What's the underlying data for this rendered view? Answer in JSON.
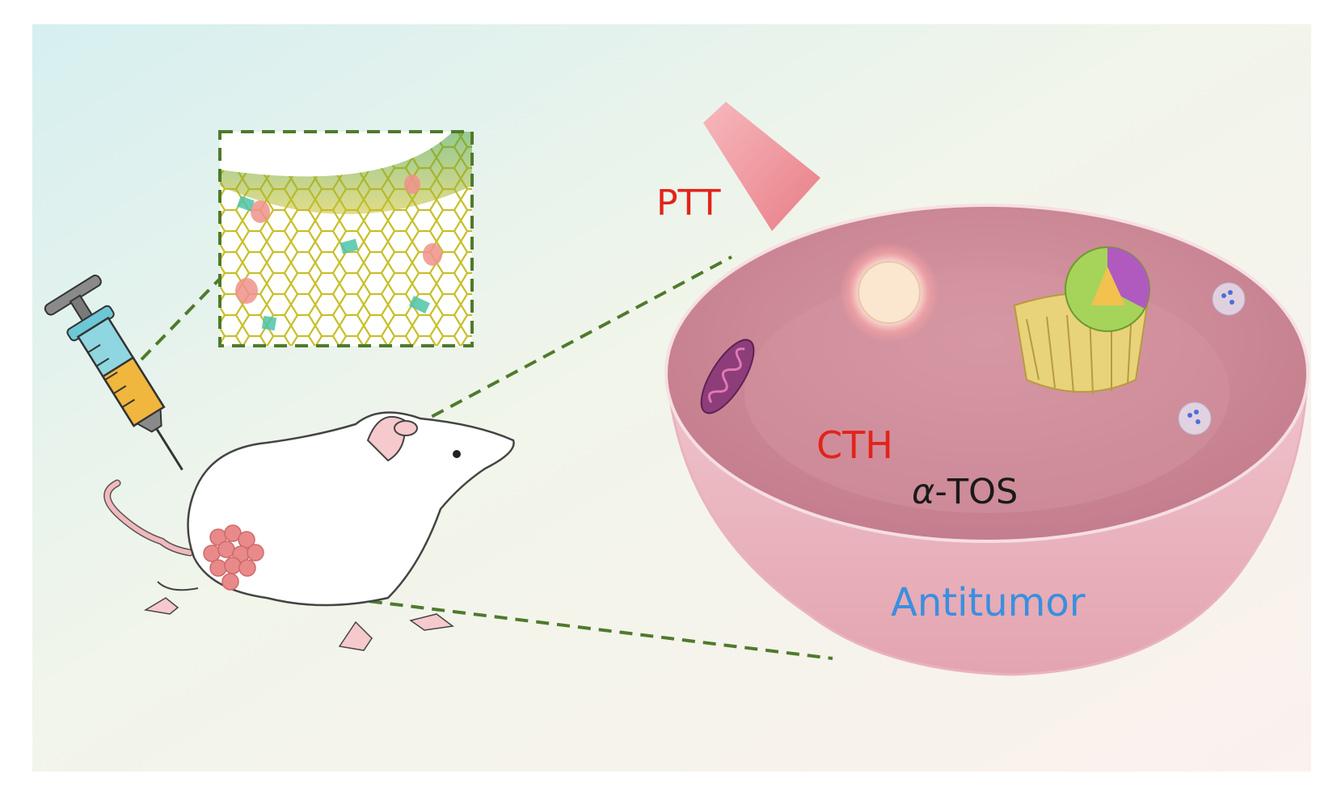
{
  "labels": {
    "ptt": "PTT",
    "cth": "CTH",
    "alpha": "α",
    "tos": "-TOS",
    "antitumor": "Antitumor"
  },
  "colors": {
    "ptt": "#e2231a",
    "cth": "#e2231a",
    "tos": "#1a1a1a",
    "antitumor": "#3a8fe0",
    "dashed_lines": "#4f7a2c",
    "tumor_cell": "#d98c9a",
    "laser": "#ef8f95"
  },
  "icons": [
    "syringe-icon",
    "mouse-icon",
    "tumor-icon",
    "nanosheet-inset",
    "laser-icon",
    "tumor-cell",
    "mitochondria-icon",
    "nucleus-icon",
    "golgi-icon",
    "vesicle-icon",
    "lipid-droplet-icon"
  ]
}
